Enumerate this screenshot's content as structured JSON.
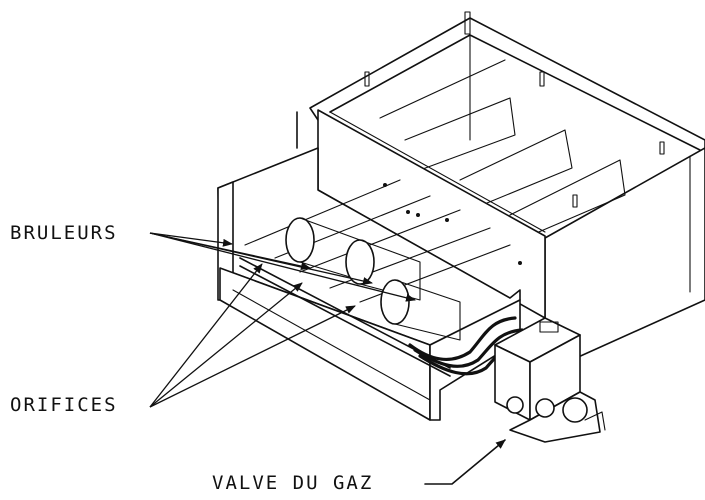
{
  "labels": {
    "burners": "BRULEURS",
    "orifices": "ORIFICES",
    "gas_valve": "VALVE DU GAZ"
  },
  "icons": [
    "furnace-cabinet-drawing",
    "burner-tube-icon",
    "gas-valve-icon"
  ]
}
